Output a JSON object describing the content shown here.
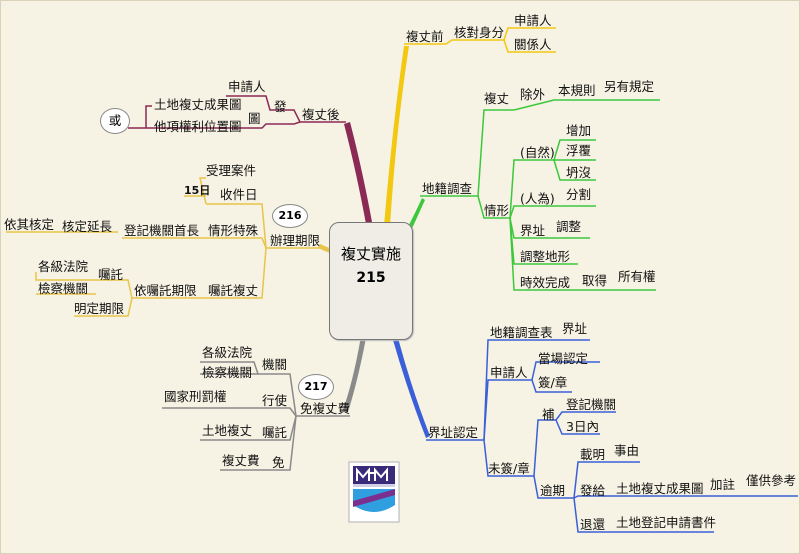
{
  "center": {
    "title": "複丈實施",
    "article": "215"
  },
  "articles": {
    "a216": "216",
    "a217": "217"
  },
  "or_label": "或",
  "colors": {
    "branch_before": "#f2c811",
    "branch_survey": "#3cc83c",
    "branch_boundary": "#3a5fd8",
    "branch_exempt": "#8a8a8a",
    "branch_deadline": "#e8c44a",
    "branch_after": "#8b2a55"
  },
  "before": {
    "label": "複丈前",
    "check": "核對身分",
    "items": [
      "申請人",
      "關係人"
    ]
  },
  "after": {
    "label": "複丈後",
    "issue": "發",
    "applicant": "申請人",
    "map": "圖",
    "maps": [
      "土地複丈成果圖",
      "他項權利位置圖"
    ]
  },
  "deadline": {
    "label": "辦理期限",
    "accept_case": "受理案件",
    "receive_day": "收件日",
    "days15": "15日",
    "special": "情形特殊",
    "office_head": "登記機關首長",
    "approve_ext": "核定延長",
    "approved": "依其核定",
    "entrust": "囑託複丈",
    "per_entrust": "依囑託期限",
    "courts": "各級法院",
    "prosecutors": "檢察機關",
    "entrust_short": "囑託",
    "specified": "明定期限"
  },
  "exempt": {
    "label": "免複丈費",
    "agency": "機關",
    "courts": "各級法院",
    "prosecutors": "檢察機關",
    "exercise": "行使",
    "penal": "國家刑罰權",
    "entrust": "囑託",
    "land_survey": "土地複丈",
    "exempt_word": "免",
    "fee": "複丈費"
  },
  "survey": {
    "label": "地籍調查",
    "resurvey": "複丈",
    "except": "除外",
    "this_rule": "本規則",
    "other": "另有規定",
    "situation": "情形",
    "natural": "(自然)",
    "natural_items": [
      "增加",
      "浮覆",
      "坍沒"
    ],
    "human": "(人為)",
    "split": "分割",
    "boundary": "界址",
    "adjust": "調整",
    "adjust_terrain": "調整地形",
    "prescription": "時效完成",
    "acquire": "取得",
    "ownership": "所有權"
  },
  "boundary_confirm": {
    "label": "界址認定",
    "table": "地籍調查表",
    "boundary": "界址",
    "applicant": "申請人",
    "onsite": "當場認定",
    "sign": "簽/章",
    "unsigned": "未簽/章",
    "supplement": "補",
    "office": "登記機關",
    "three_days": "3日內",
    "overdue": "逾期",
    "note": "載明",
    "reason": "事由",
    "issue": "發給",
    "result_map": "土地複丈成果圖",
    "annot": "加註",
    "ref_only": "僅供參考",
    "return": "退還",
    "reg_app": "土地登記申請書件"
  }
}
